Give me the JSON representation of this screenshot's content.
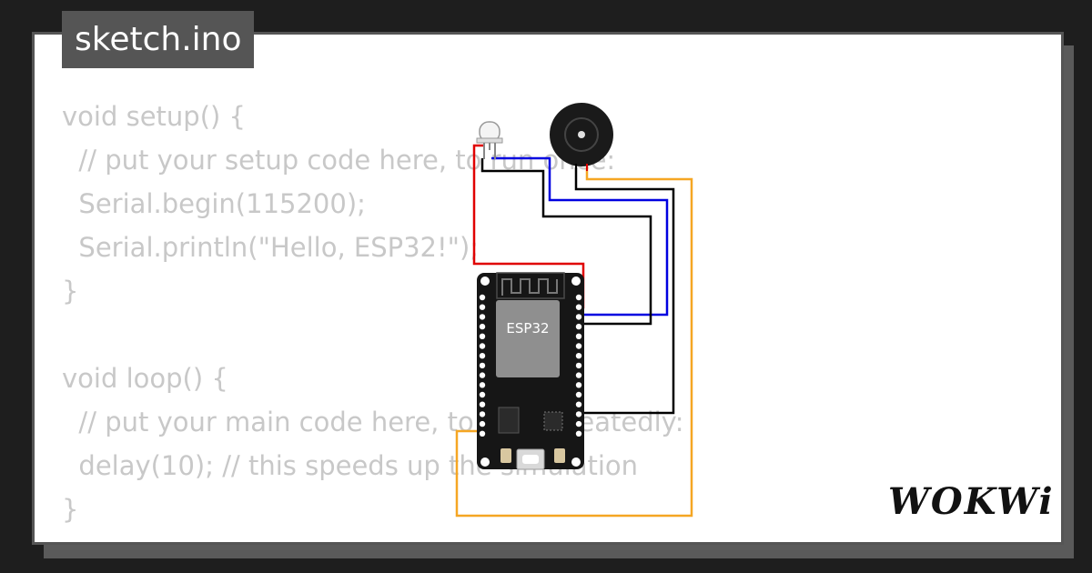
{
  "file_tab": {
    "label": "sketch.ino"
  },
  "code_lines": [
    "void setup() {",
    "  // put your setup code here, to run once:",
    "  Serial.begin(115200);",
    "  Serial.println(\"Hello, ESP32!\");",
    "}",
    "",
    "void loop() {",
    "  // put your main code here, to run repeatedly:",
    "  delay(10); // this speeds up the simulation",
    "}"
  ],
  "board": {
    "label": "ESP32"
  },
  "components": {
    "led": "led-icon",
    "buzzer": "buzzer-icon"
  },
  "wire_colors": {
    "red": "#e00000",
    "blue": "#0000e0",
    "black": "#000000",
    "orange": "#f5a623"
  },
  "brand": {
    "logo": "WOKWi"
  }
}
